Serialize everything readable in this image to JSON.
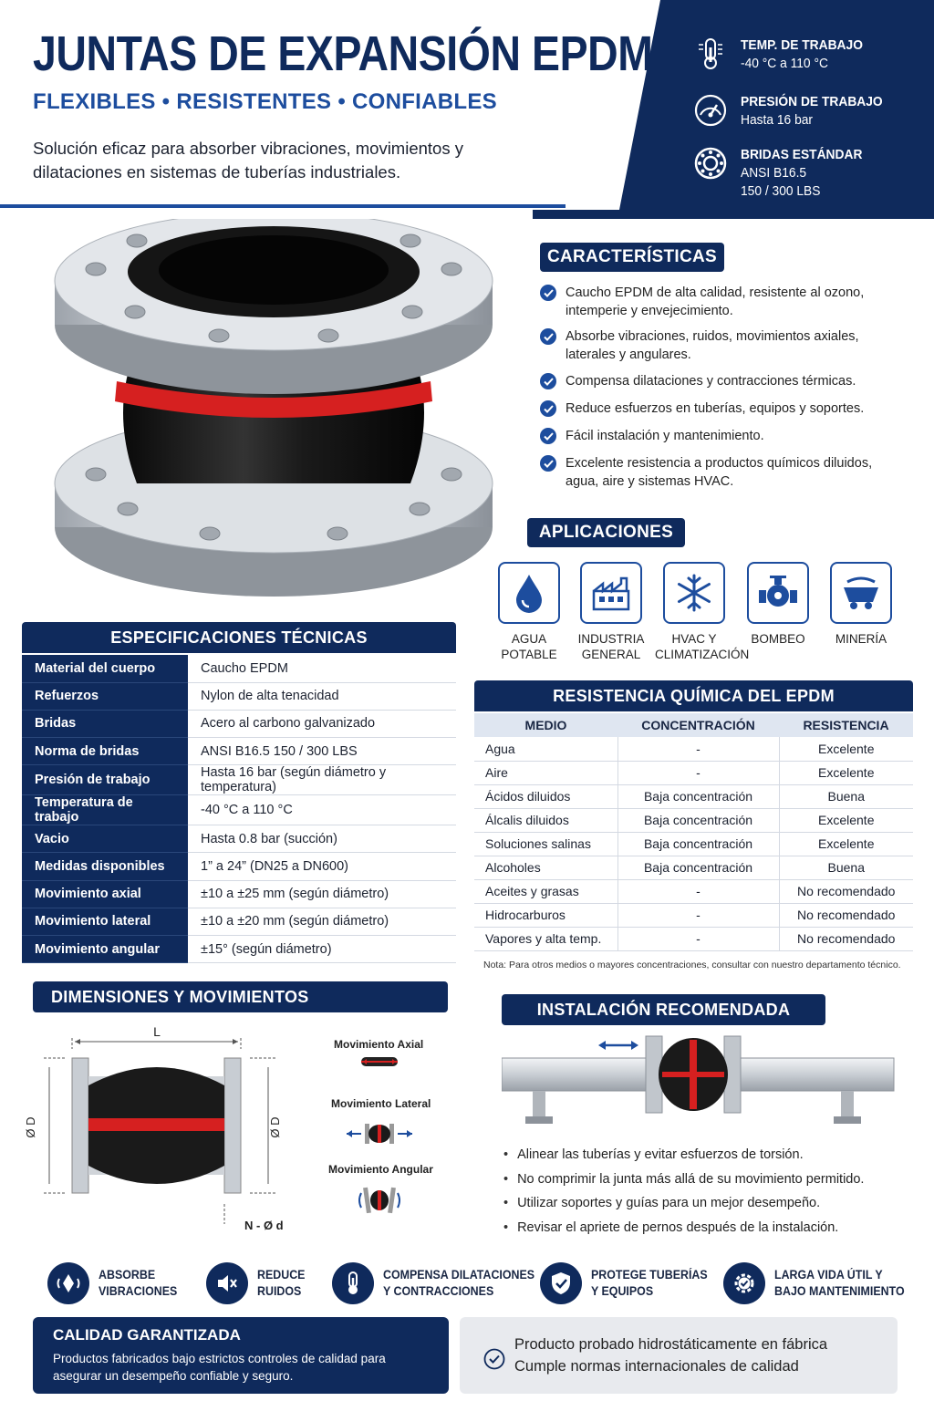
{
  "header": {
    "title": "JUNTAS DE EXPANSIÓN EPDM",
    "subtitle": "FLEXIBLES • RESISTENTES • CONFIABLES",
    "lead": "Solución eficaz para absorber vibraciones, movimientos y dilataciones en sistemas de tuberías industriales.",
    "specs": [
      {
        "icon": "thermometer-icon",
        "title": "TEMP. DE TRABAJO",
        "line1": "-40 °C a 110 °C",
        "line2": ""
      },
      {
        "icon": "gauge-icon",
        "title": "PRESIÓN DE TRABAJO",
        "line1": "Hasta 16 bar",
        "line2": ""
      },
      {
        "icon": "flange-icon",
        "title": "BRIDAS ESTÁNDAR",
        "line1": "ANSI B16.5",
        "line2": "150 / 300 LBS"
      }
    ]
  },
  "features": {
    "heading": "CARACTERÍSTICAS",
    "items": [
      "Caucho EPDM de alta calidad, resistente al ozono, intemperie y envejecimiento.",
      "Absorbe vibraciones, ruidos, movimientos axiales, laterales y angulares.",
      "Compensa dilataciones y contracciones térmicas.",
      "Reduce esfuerzos en tuberías, equipos y soportes.",
      "Fácil instalación y mantenimiento.",
      "Excelente resistencia a productos químicos diluidos, agua, aire y sistemas HVAC."
    ]
  },
  "applications": {
    "heading": "APLICACIONES",
    "items": [
      {
        "icon": "water-drop-icon",
        "line1": "AGUA",
        "line2": "POTABLE"
      },
      {
        "icon": "factory-icon",
        "line1": "INDUSTRIA",
        "line2": "GENERAL"
      },
      {
        "icon": "snowflake-icon",
        "line1": "HVAC Y",
        "line2": "CLIMATIZACIÓN"
      },
      {
        "icon": "pump-icon",
        "line1": "BOMBEO",
        "line2": ""
      },
      {
        "icon": "mining-cart-icon",
        "line1": "MINERÍA",
        "line2": ""
      }
    ]
  },
  "specs_table": {
    "heading": "ESPECIFICACIONES TÉCNICAS",
    "rows": [
      [
        "Material del cuerpo",
        "Caucho EPDM"
      ],
      [
        "Refuerzos",
        "Nylon de alta tenacidad"
      ],
      [
        "Bridas",
        "Acero al carbono galvanizado"
      ],
      [
        "Norma de bridas",
        "ANSI B16.5 150 / 300 LBS"
      ],
      [
        "Presión de trabajo",
        "Hasta 16 bar (según diámetro y temperatura)"
      ],
      [
        "Temperatura de trabajo",
        "-40 °C a 110 °C"
      ],
      [
        "Vacio",
        "Hasta 0.8 bar (succión)"
      ],
      [
        "Medidas disponibles",
        "1” a 24” (DN25 a DN600)"
      ],
      [
        "Movimiento axial",
        "±10 a ±25 mm (según diámetro)"
      ],
      [
        "Movimiento lateral",
        "±10 a ±20 mm (según diámetro)"
      ],
      [
        "Movimiento angular",
        "±15° (según diámetro)"
      ]
    ]
  },
  "chem_table": {
    "heading": "RESISTENCIA QUÍMICA DEL EPDM",
    "columns": [
      "MEDIO",
      "CONCENTRACIÓN",
      "RESISTENCIA"
    ],
    "rows": [
      [
        "Agua",
        "-",
        "Excelente"
      ],
      [
        "Aire",
        "-",
        "Excelente"
      ],
      [
        "Ácidos diluidos",
        "Baja concentración",
        "Buena"
      ],
      [
        "Álcalis diluidos",
        "Baja concentración",
        "Excelente"
      ],
      [
        "Soluciones salinas",
        "Baja concentración",
        "Excelente"
      ],
      [
        "Alcoholes",
        "Baja concentración",
        "Buena"
      ],
      [
        "Aceites y grasas",
        "-",
        "No recomendado"
      ],
      [
        "Hidrocarburos",
        "-",
        "No recomendado"
      ],
      [
        "Vapores y alta temp.",
        "-",
        "No recomendado"
      ]
    ],
    "note": "Nota: Para otros medios o mayores concentraciones, consultar con nuestro departamento técnico."
  },
  "dimensions": {
    "heading": "DIMENSIONES Y MOVIMIENTOS",
    "label_L": "L",
    "label_D_left": "Ø D",
    "label_D_right": "Ø D",
    "label_N": "N - Ø d",
    "mov_axial": "Movimiento Axial",
    "mov_lateral": "Movimiento Lateral",
    "mov_angular": "Movimiento Angular"
  },
  "installation": {
    "heading": "INSTALACIÓN RECOMENDADA",
    "items": [
      "Alinear las tuberías y evitar esfuerzos de torsión.",
      "No comprimir la junta más allá de su movimiento permitido.",
      "Utilizar soportes y guías para un mejor desempeño.",
      "Revisar el apriete de pernos después de la instalación."
    ]
  },
  "benefits": [
    {
      "icon": "vibration-icon",
      "line1": "ABSORBE",
      "line2": "VIBRACIONES"
    },
    {
      "icon": "mute-icon",
      "line1": "REDUCE",
      "line2": "RUIDOS"
    },
    {
      "icon": "thermometer-icon",
      "line1": "COMPENSA DILATACIONES",
      "line2": "Y CONTRACCIONES"
    },
    {
      "icon": "shield-check-icon",
      "line1": "PROTEGE TUBERÍAS",
      "line2": "Y EQUIPOS"
    },
    {
      "icon": "gear-check-icon",
      "line1": "LARGA VIDA ÚTIL Y",
      "line2": "BAJO MANTENIMIENTO"
    }
  ],
  "quality": {
    "heading": "CALIDAD GARANTIZADA",
    "text": "Productos fabricados bajo estrictos controles de calidad para asegurar un desempeño confiable y seguro.",
    "line1": "Producto probado hidrostáticamente en fábrica",
    "line2": "Cumple normas internacionales de calidad"
  },
  "colors": {
    "navy": "#0f2a5c",
    "blue": "#1d4d9e",
    "red": "#d62020",
    "rubber": "#151515"
  }
}
